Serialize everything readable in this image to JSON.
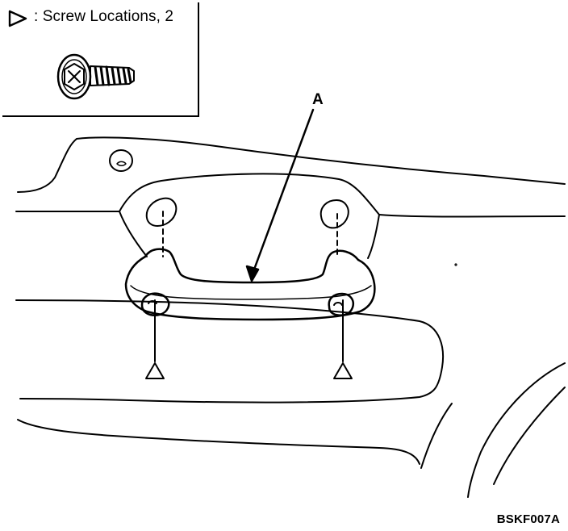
{
  "legend": {
    "symbol": "screw-location-triangle",
    "text": ": Screw Locations, 2"
  },
  "callouts": {
    "a_label": "A"
  },
  "figure_code": "BSKF007A"
}
